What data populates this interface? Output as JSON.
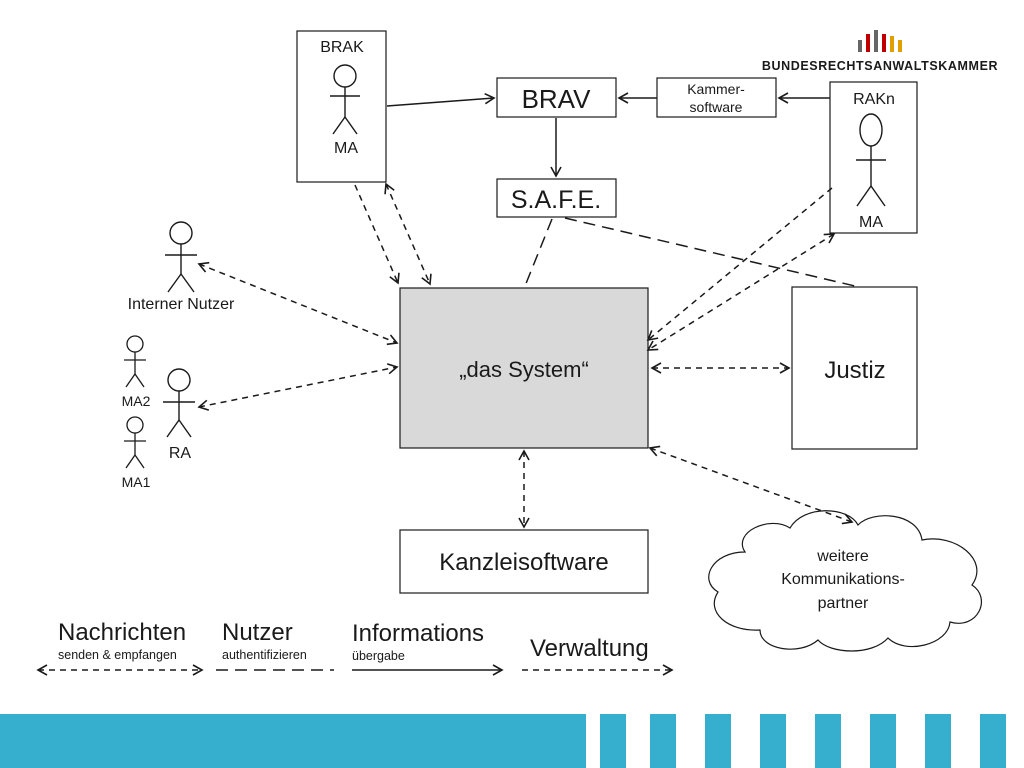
{
  "logo": {
    "text": "BUNDESRECHTSANWALTSKAMMER",
    "bar_colors": [
      "#666666",
      "#c00000",
      "#666666",
      "#c00000",
      "#e0a000",
      "#e0a000"
    ]
  },
  "nodes": {
    "brak": {
      "label": "BRAK",
      "person_label": "MA"
    },
    "brav": {
      "label": "BRAV"
    },
    "kammer": {
      "line1": "Kammer-",
      "line2": "software"
    },
    "rakn": {
      "label": "RAKn",
      "person_label": "MA"
    },
    "safe": {
      "label": "S.A.F.E."
    },
    "system": {
      "label": "„das System“"
    },
    "justiz": {
      "label": "Justiz"
    },
    "kanzlei": {
      "label": "Kanzleisoftware"
    },
    "cloud": {
      "line1": "weitere",
      "line2": "Kommunikations-",
      "line3": "partner"
    }
  },
  "actors": {
    "internal_user": "Interner Nutzer",
    "ma2": "MA2",
    "ra": "RA",
    "ma1": "MA1"
  },
  "legend": {
    "messages": {
      "title": "Nachrichten",
      "subtitle": "senden & empfangen"
    },
    "users": {
      "title": "Nutzer",
      "subtitle": "authentifizieren"
    },
    "info": {
      "title": "Informations",
      "subtitle": "übergabe"
    },
    "admin": {
      "title": "Verwaltung"
    }
  },
  "colors": {
    "system_fill": "#d9d9d9",
    "footer": "#36aece",
    "line": "#1a1a1a"
  }
}
